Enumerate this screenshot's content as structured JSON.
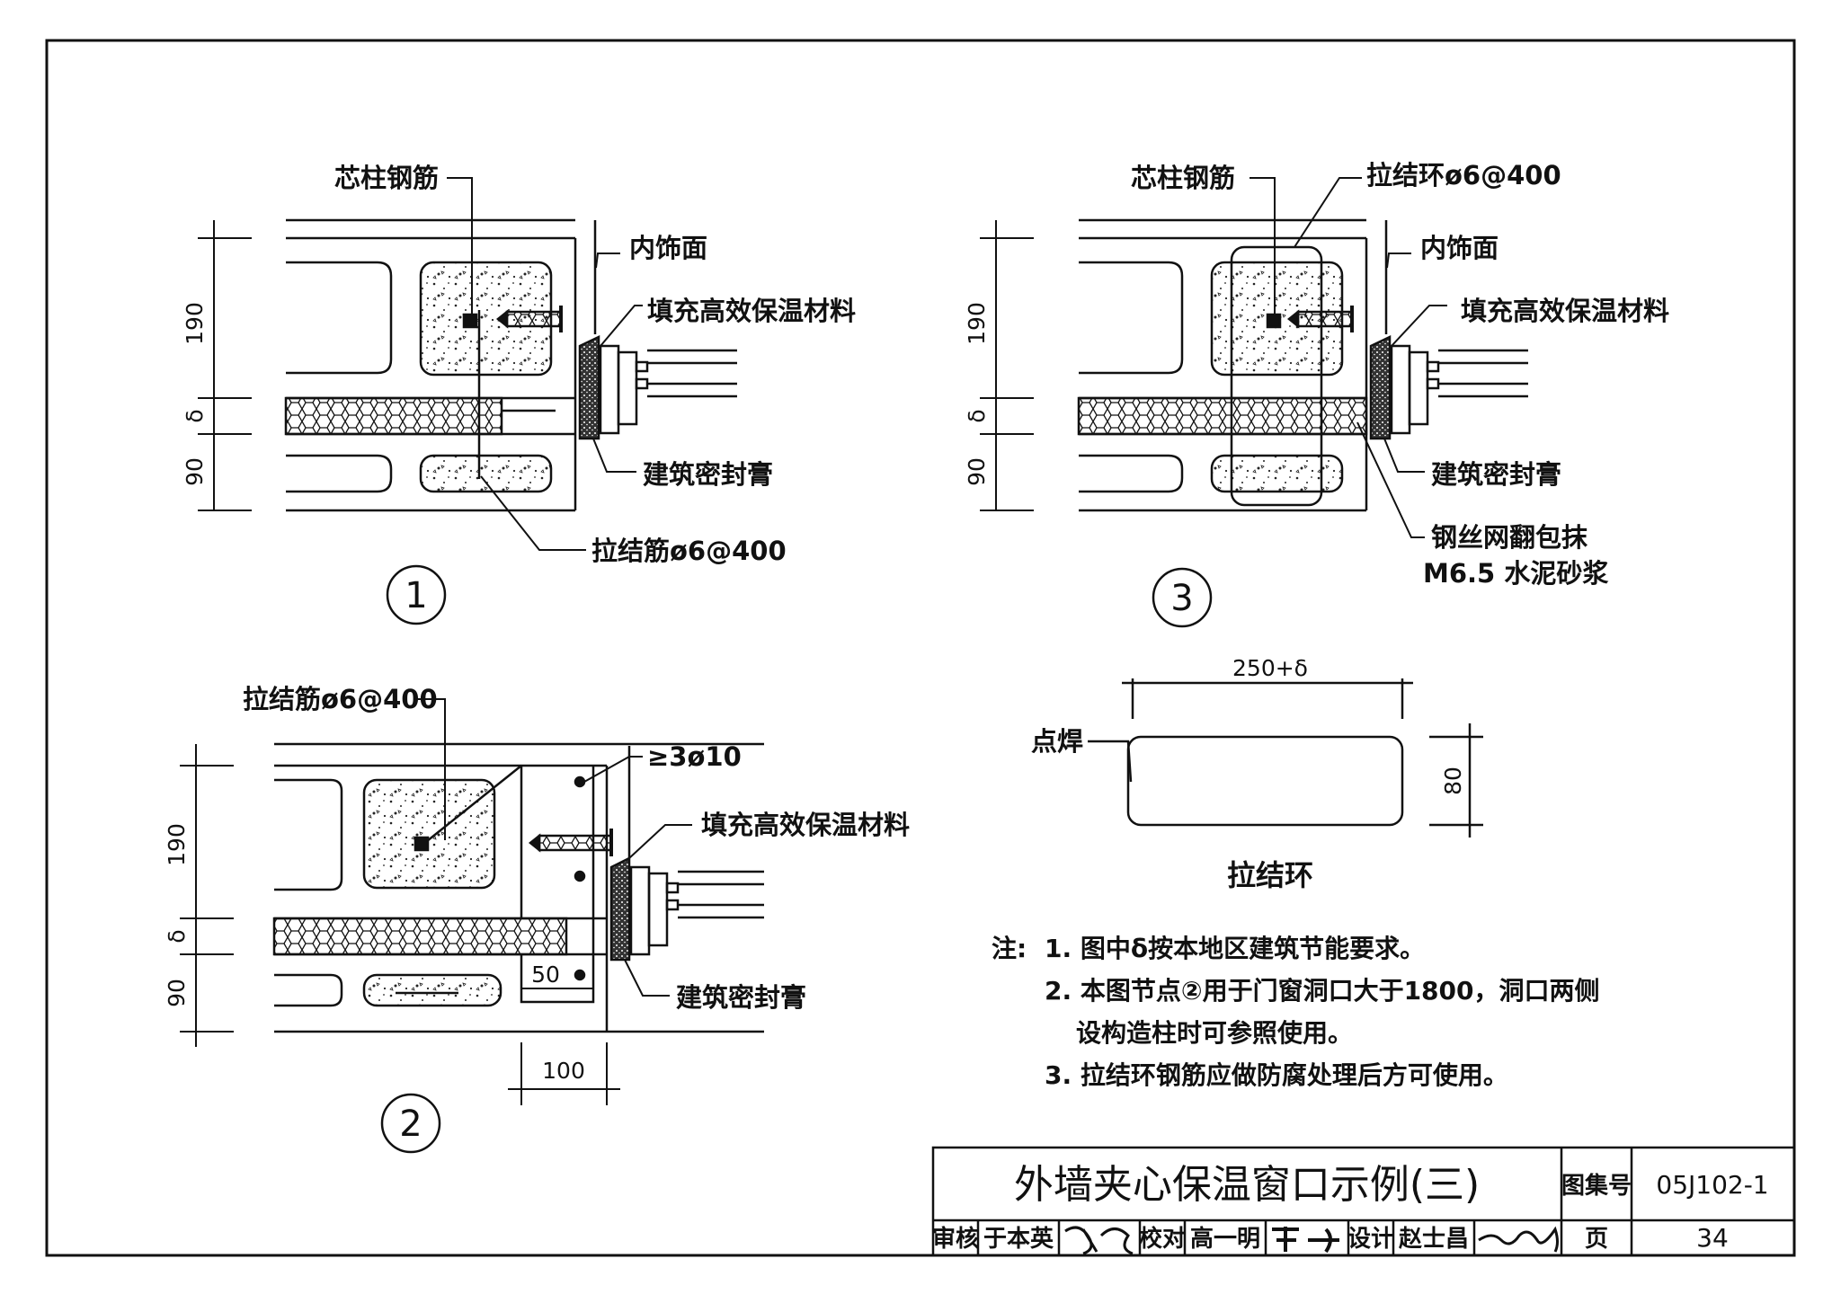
{
  "labels": {
    "core_rebar": "芯柱钢筋",
    "inner_finish": "内饰面",
    "fill_insulation": "填充高效保温材料",
    "sealant": "建筑密封膏",
    "tie_bar": "拉结筋ø6@400",
    "tie_ring_spec": "拉结环ø6@400",
    "mesh_wrap_1": "钢丝网翻包抹",
    "mesh_wrap_2": "M6.5 水泥砂浆",
    "spot_weld": "点焊",
    "tie_ring": "拉结环",
    "rebar_3d10": "≥3ø10"
  },
  "dims": {
    "d190": "190",
    "delta": "δ",
    "d90": "90",
    "d50": "50",
    "d100": "100",
    "d250": "250+δ",
    "d80": "80"
  },
  "details": [
    "1",
    "2",
    "3"
  ],
  "notes": {
    "prefix": "注:",
    "n1": "1. 图中δ按本地区建筑节能要求。",
    "n2a": "2. 本图节点②用于门窗洞口大于1800，洞口两侧",
    "n2b": "设构造柱时可参照使用。",
    "n3": "3. 拉结环钢筋应做防腐处理后方可使用。"
  },
  "title_block": {
    "title": "外墙夹心保温窗口示例(三)",
    "atlas_label": "图集号",
    "atlas_no": "05J102-1",
    "review_label": "审核",
    "reviewer": "于本英",
    "check_label": "校对",
    "checker": "高一明",
    "design_label": "设计",
    "designer": "赵士昌",
    "page_label": "页",
    "page_no": "34"
  }
}
